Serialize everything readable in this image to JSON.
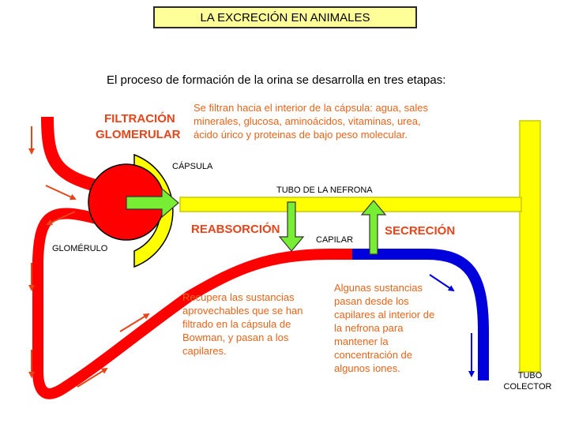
{
  "title": "LA EXCRECIÓN EN ANIMALES",
  "intro": "El proceso de formación de la orina se desarrolla en tres etapas:",
  "stages": {
    "filtracion": {
      "heading_line1": "FILTRACIÓN",
      "heading_line2": "GLOMERULAR",
      "text": "Se filtran hacia el interior de la cápsula: agua, sales minerales, glucosa, aminoácidos, vitaminas, urea, ácido úrico y proteinas de bajo peso molecular."
    },
    "reabsorcion": {
      "heading": "REABSORCIÓN",
      "text": "Recupera las sustancias aprovechables que se han filtrado en la cápsula de Bowman, y pasan a los capilares."
    },
    "secrecion": {
      "heading": "SECRECIÓN",
      "text": "Algunas sustancias pasan desde los capilares al interior de la nefrona para mantener la concentración de algunos iones."
    }
  },
  "labels": {
    "capsula": "CÁPSULA",
    "tubo_nefrona": "TUBO DE LA NEFRONA",
    "capilar": "CAPILAR",
    "glomerulo": "GLOMÉRULO",
    "tubo_colector_1": "TUBO",
    "tubo_colector_2": "COLECTOR"
  },
  "colors": {
    "yellow": "#ffff00",
    "red": "#ff0000",
    "blue": "#0000dd",
    "green": "#77ee33",
    "orange": "#e8441a"
  }
}
